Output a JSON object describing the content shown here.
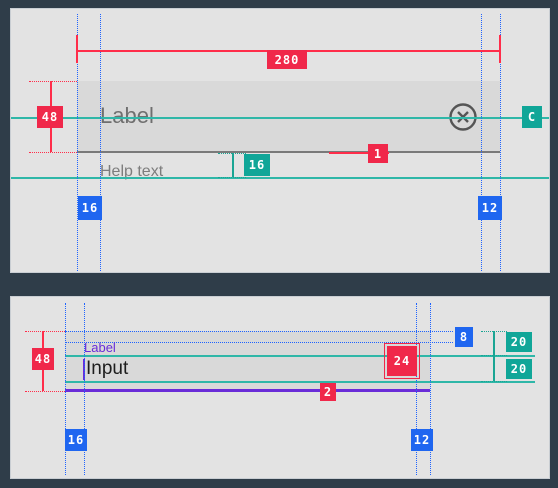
{
  "top_spec": {
    "field_label": "Label",
    "helper_text": "Help text",
    "width_badge": "280",
    "height_badge": "48",
    "underline_badge": "1",
    "helper_gap_badge": "16",
    "left_padding_badge": "16",
    "right_padding_badge": "12",
    "edge_badge": "C",
    "clear_icon": "close-circle-icon"
  },
  "bottom_spec": {
    "floating_label": "Label",
    "input_text": "Input",
    "height_badge": "48",
    "icon_size_badge": "24",
    "underline_badge": "2",
    "top_offset_badge": "8",
    "label_gap_badge_1": "20",
    "label_gap_badge_2": "20",
    "left_padding_badge": "16",
    "right_padding_badge": "12"
  },
  "colors": {
    "measure_red": "#f0284a",
    "keyline_blue": "#1f66f0",
    "baseline_teal": "#10a698",
    "focus_purple": "#6a2cd8"
  }
}
